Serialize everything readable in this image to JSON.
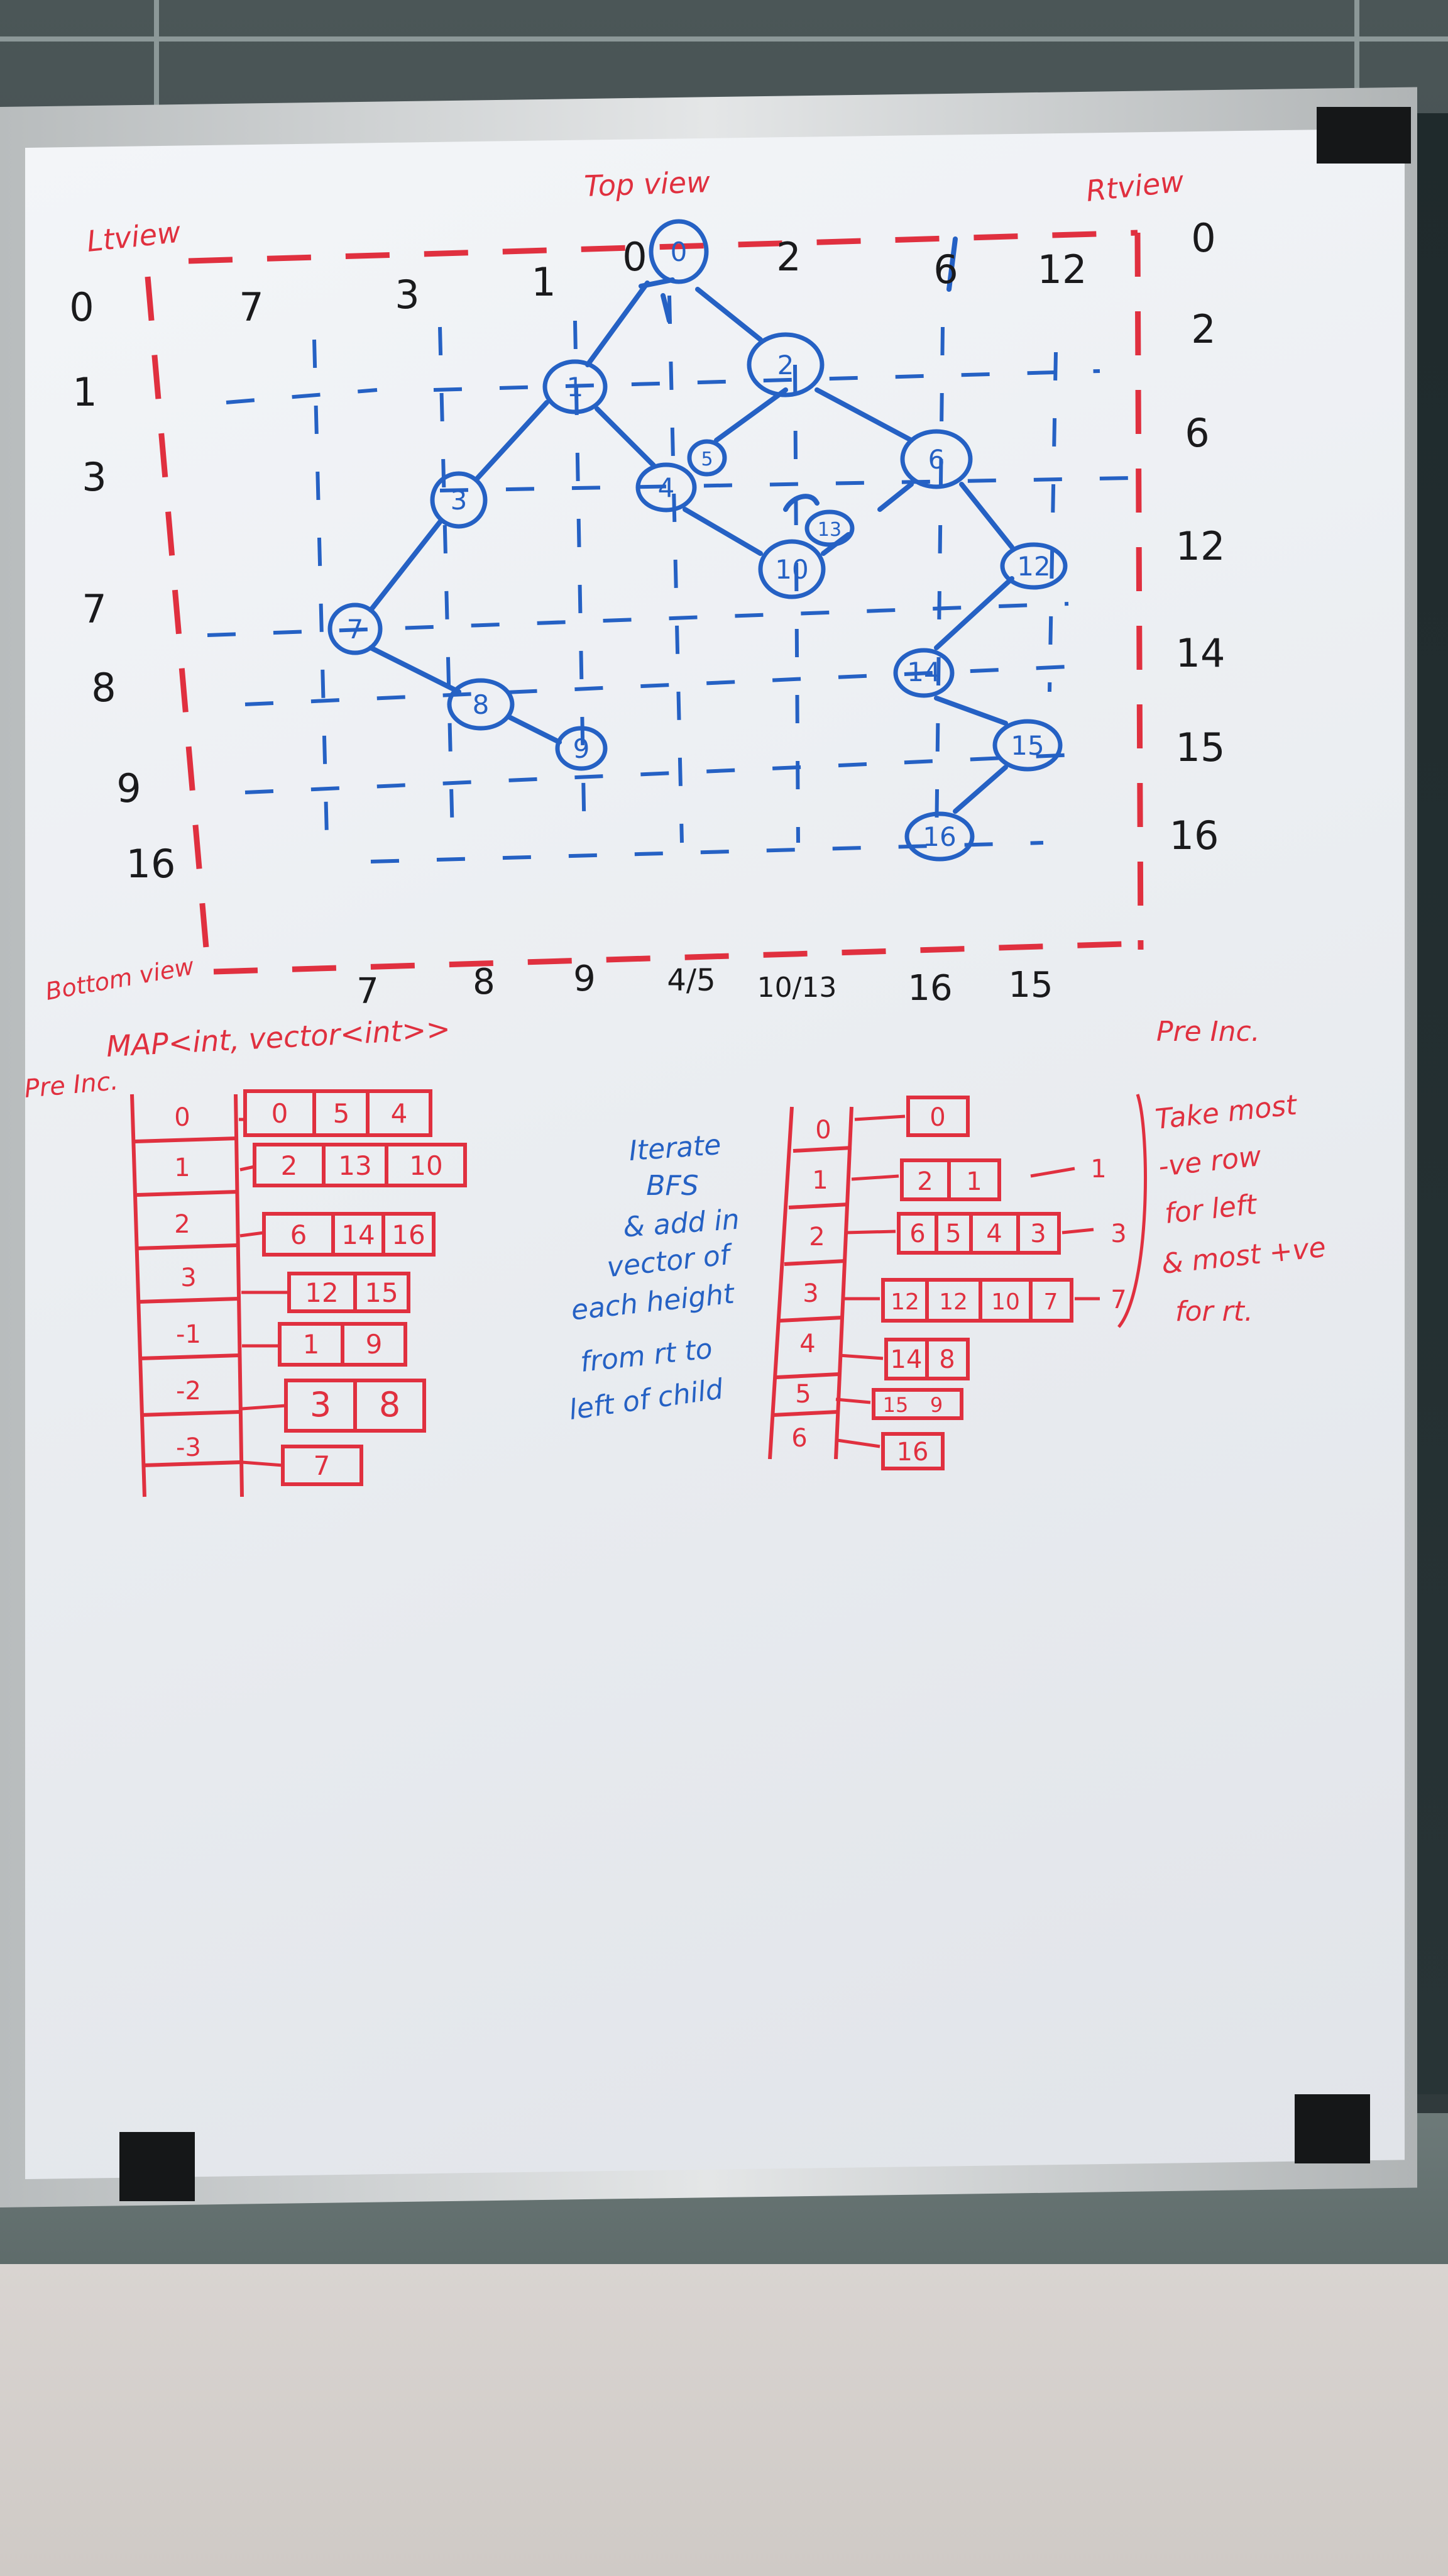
{
  "colors": {
    "marker_red": "#e0303f",
    "marker_blue": "#2561c4",
    "marker_black": "#1a1a1c",
    "board": "#eef0f4"
  },
  "view_labels": {
    "top": "Top view",
    "left": "Ltview",
    "right": "Rtview",
    "bottom": "Bottom view"
  },
  "tree": {
    "nodes": [
      "0",
      "1",
      "2",
      "3",
      "4",
      "5",
      "6",
      "7",
      "8",
      "9",
      "10",
      "12",
      "13",
      "14",
      "15",
      "16"
    ],
    "edges": [
      [
        "0",
        "1"
      ],
      [
        "0",
        "2"
      ],
      [
        "1",
        "3"
      ],
      [
        "1",
        "4"
      ],
      [
        "2",
        "5"
      ],
      [
        "2",
        "6"
      ],
      [
        "3",
        "7"
      ],
      [
        "4",
        "10"
      ],
      [
        "6",
        "13"
      ],
      [
        "6",
        "12"
      ],
      [
        "7",
        "8"
      ],
      [
        "8",
        "9"
      ],
      [
        "12",
        "14"
      ],
      [
        "14",
        "15"
      ],
      [
        "15",
        "16"
      ]
    ]
  },
  "top_view_values": [
    "7",
    "3",
    "1",
    "0",
    "2",
    "6",
    "12"
  ],
  "left_view_values": [
    "0",
    "1",
    "3",
    "7",
    "8",
    "9",
    "16"
  ],
  "right_view_values": [
    "0",
    "2",
    "6",
    "12",
    "14",
    "15",
    "16"
  ],
  "bottom_view_values": [
    "7",
    "8",
    "9",
    "4/5",
    "10/13",
    "16",
    "15"
  ],
  "map_title": "MAP<int, vector<int>>",
  "pre_inc_left": "Pre Inc.",
  "pre_inc_right": "Pre Inc.",
  "left_map": [
    {
      "key": "0",
      "values": [
        "0",
        "5",
        "4"
      ]
    },
    {
      "key": "1",
      "values": [
        "2",
        "13",
        "10"
      ]
    },
    {
      "key": "2",
      "values": [
        "6",
        "14",
        "16"
      ]
    },
    {
      "key": "3",
      "values": [
        "12",
        "15"
      ]
    },
    {
      "key": "-1",
      "values": [
        "1",
        "9"
      ]
    },
    {
      "key": "-2",
      "values": [
        "3",
        "8"
      ]
    },
    {
      "key": "-3",
      "values": [
        "7"
      ]
    }
  ],
  "middle_note": [
    "Iterate",
    "BFS",
    "& add in",
    "vector of",
    "each height",
    "from rt to",
    "left of child"
  ],
  "right_map": [
    {
      "key": "0",
      "values": [
        "0"
      ],
      "result": ""
    },
    {
      "key": "1",
      "values": [
        "2",
        "1"
      ],
      "result": "1"
    },
    {
      "key": "2",
      "values": [
        "6",
        "5",
        "4",
        "3"
      ],
      "result": "3"
    },
    {
      "key": "3",
      "values": [
        "12",
        "12",
        "10",
        "7"
      ],
      "result": "7"
    },
    {
      "key": "4",
      "values": [
        "14",
        "8"
      ],
      "result": ""
    },
    {
      "key": "5",
      "values": [
        "15",
        "9"
      ],
      "result": ""
    },
    {
      "key": "6",
      "values": [
        "16"
      ],
      "result": ""
    }
  ],
  "side_note": [
    "Take most",
    "-ve row",
    "for left",
    "& most +ve",
    "for rt."
  ]
}
